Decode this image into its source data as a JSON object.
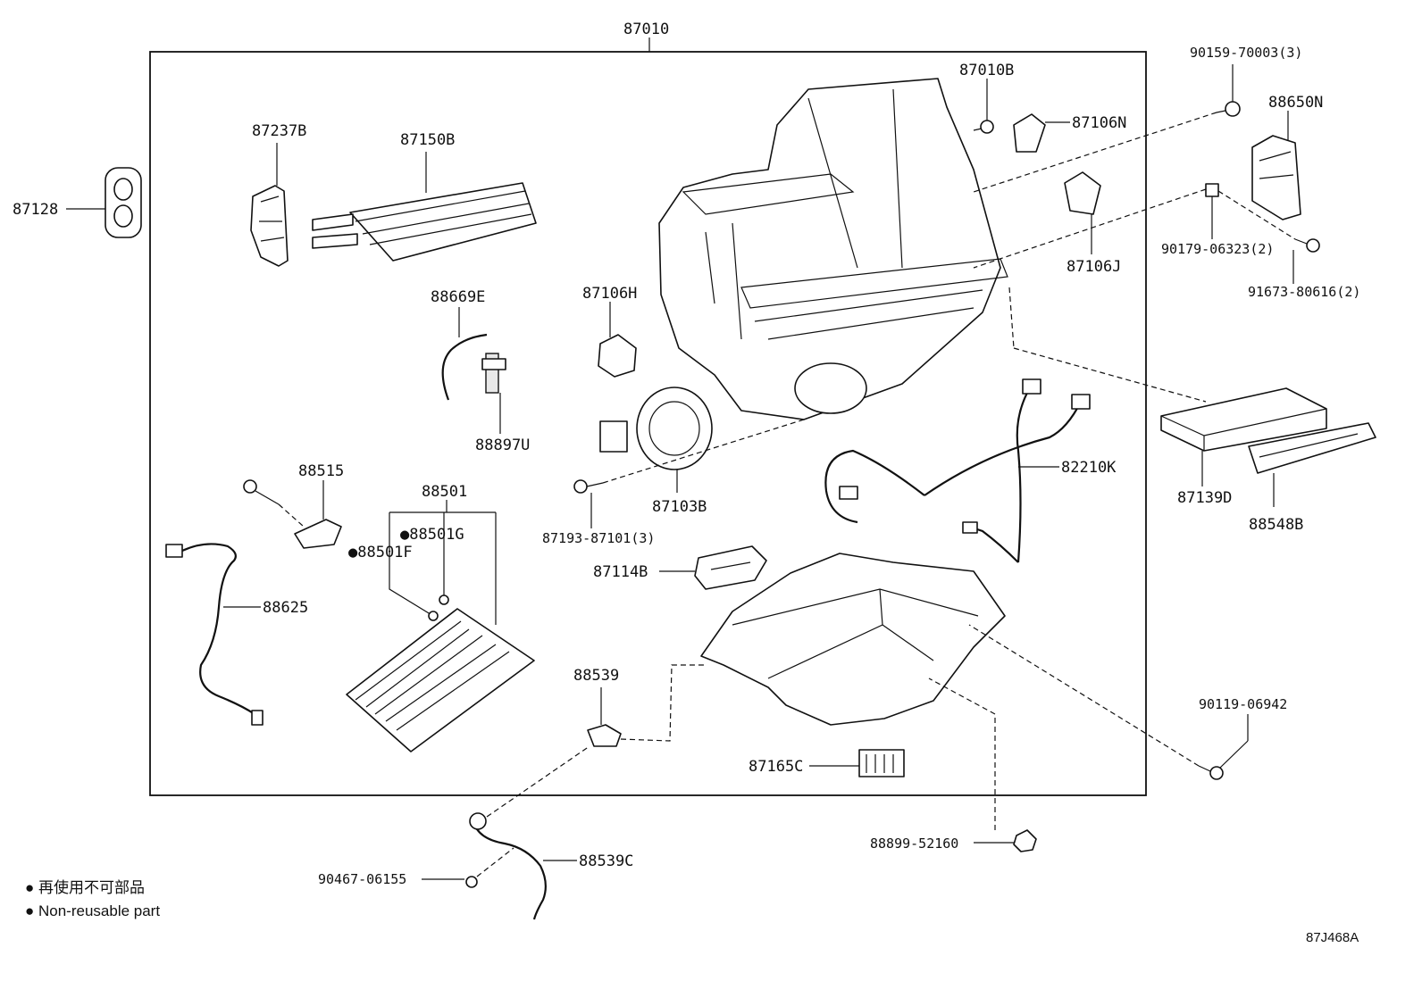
{
  "assembly": "87010",
  "parts": {
    "p87128": "87128",
    "p87237B": "87237B",
    "p87150B": "87150B",
    "p88669E": "88669E",
    "p88897U": "88897U",
    "p87106H": "87106H",
    "p87010B": "87010B",
    "p87106N": "87106N",
    "p87106J": "87106J",
    "p90159": "90159-70003(3)",
    "p88650N": "88650N",
    "p90179": "90179-06323(2)",
    "p91673": "91673-80616(2)",
    "p87139D": "87139D",
    "p88548B": "88548B",
    "p82210K": "82210K",
    "p87103B": "87103B",
    "p87193": "87193-87101(3)",
    "p88515": "88515",
    "p88501": "88501",
    "p88501G": "●88501G",
    "p88501F": "●88501F",
    "p88625": "88625",
    "p87114B": "87114B",
    "p88539": "88539",
    "p90119": "90119-06942",
    "p87165C": "87165C",
    "p88899": "88899-52160",
    "p88539C": "88539C",
    "p90467": "90467-06155"
  },
  "legend": {
    "ja": "● 再使用不可部品",
    "en": "● Non-reusable part"
  },
  "diagram_code": "87J468A"
}
